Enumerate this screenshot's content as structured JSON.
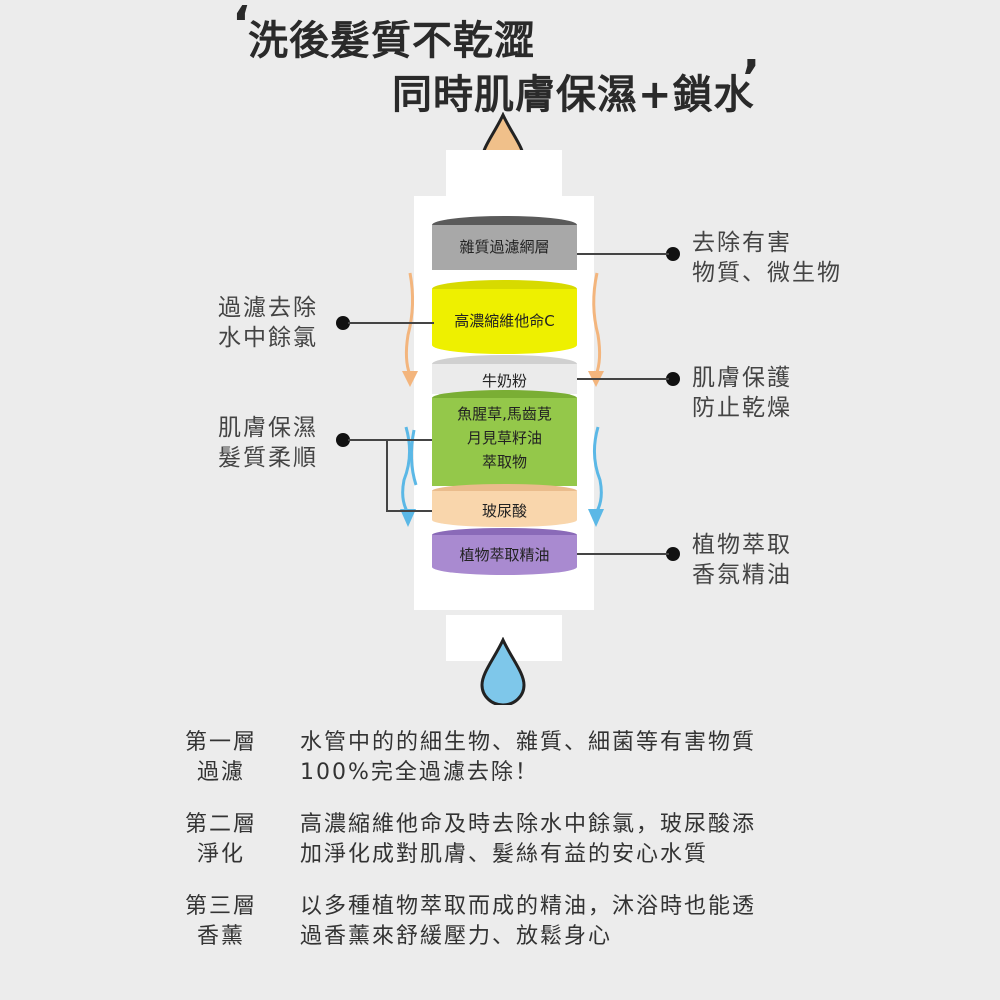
{
  "heading": {
    "open_quote": "‘",
    "line1": "洗後髮質不乾澀",
    "line2": "同時肌膚保濕+鎖水",
    "close_quote": "’"
  },
  "colors": {
    "top_drop": "#f0c08a",
    "bottom_drop": "#7ec7ea",
    "flow_orange": "#f3b57d",
    "flow_blue": "#5bb8e6"
  },
  "layers": [
    {
      "label": "雜質過濾網層",
      "color": "#a8a8a8",
      "top_color": "#5a5a5a"
    },
    {
      "label": "高濃縮維他命C",
      "color": "#eef000",
      "top_color": "#d7da00"
    },
    {
      "label": "牛奶粉",
      "color": "#ebebeb",
      "top_color": "#d0d0d0"
    },
    {
      "label_lines": [
        "魚腥草,馬齒莧",
        "月見草籽油",
        "萃取物"
      ],
      "color": "#94c84a",
      "top_color": "#7aae34"
    },
    {
      "label": "玻尿酸",
      "color": "#f9d6ac",
      "top_color": "#eabc8c"
    },
    {
      "label": "植物萃取精油",
      "color": "#a98ad0",
      "top_color": "#8a6ab8"
    }
  ],
  "callouts": {
    "left_top": [
      "過濾去除",
      "水中餘氯"
    ],
    "left_bottom": [
      "肌膚保濕",
      "髮質柔順"
    ],
    "right_top": [
      "去除有害",
      "物質、微生物"
    ],
    "right_mid": [
      "肌膚保護",
      "防止乾燥"
    ],
    "right_bottom": [
      "植物萃取",
      "香氛精油"
    ]
  },
  "descriptions": [
    {
      "label": [
        "第一層",
        "過濾"
      ],
      "text": [
        "水管中的的細生物、雜質、細菌等有害物質",
        "100%完全過濾去除！"
      ]
    },
    {
      "label": [
        "第二層",
        "淨化"
      ],
      "text": [
        "高濃縮維他命及時去除水中餘氯，玻尿酸添",
        "加淨化成對肌膚、髮絲有益的安心水質"
      ]
    },
    {
      "label": [
        "第三層",
        "香薰"
      ],
      "text": [
        "以多種植物萃取而成的精油，沐浴時也能透",
        "過香薰來舒緩壓力、放鬆身心"
      ]
    }
  ]
}
